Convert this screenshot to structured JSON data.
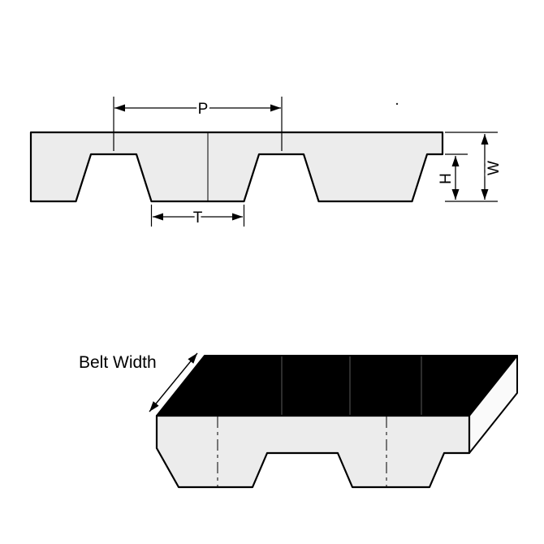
{
  "labels": {
    "p": "P",
    "t": "T",
    "h": "H",
    "w": "W",
    "belt_width": "Belt Width"
  },
  "colors": {
    "outline": "#000000",
    "belt_fill": "#ececec",
    "top_face": "#000000",
    "side_face": "#fafafa",
    "background": "#ffffff"
  }
}
